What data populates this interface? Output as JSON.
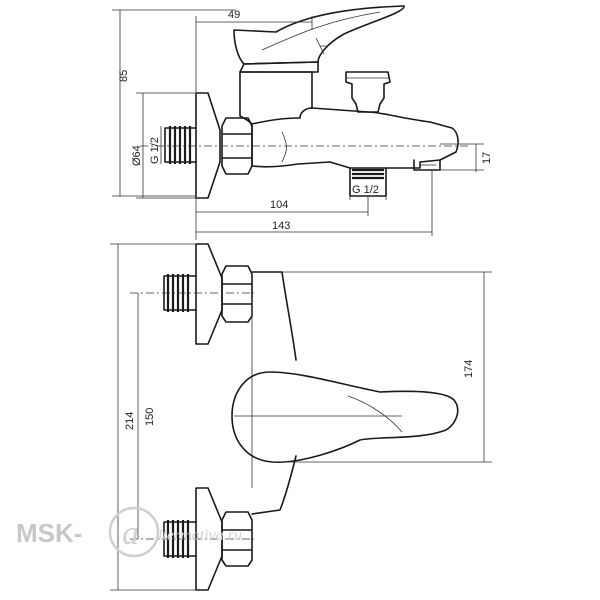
{
  "dimensions": {
    "width_49": "49",
    "height_85": "85",
    "diameter_64": "Ø64",
    "thread_left": "G 1/2",
    "thread_bottom": "G 1/2",
    "length_104": "104",
    "length_143": "143",
    "height_17": "17",
    "height_174": "174",
    "height_214": "214",
    "spacing_150": "150"
  },
  "watermark": {
    "brand": "MSK-",
    "emblem": "a",
    "site": "ltermativa.ru"
  }
}
